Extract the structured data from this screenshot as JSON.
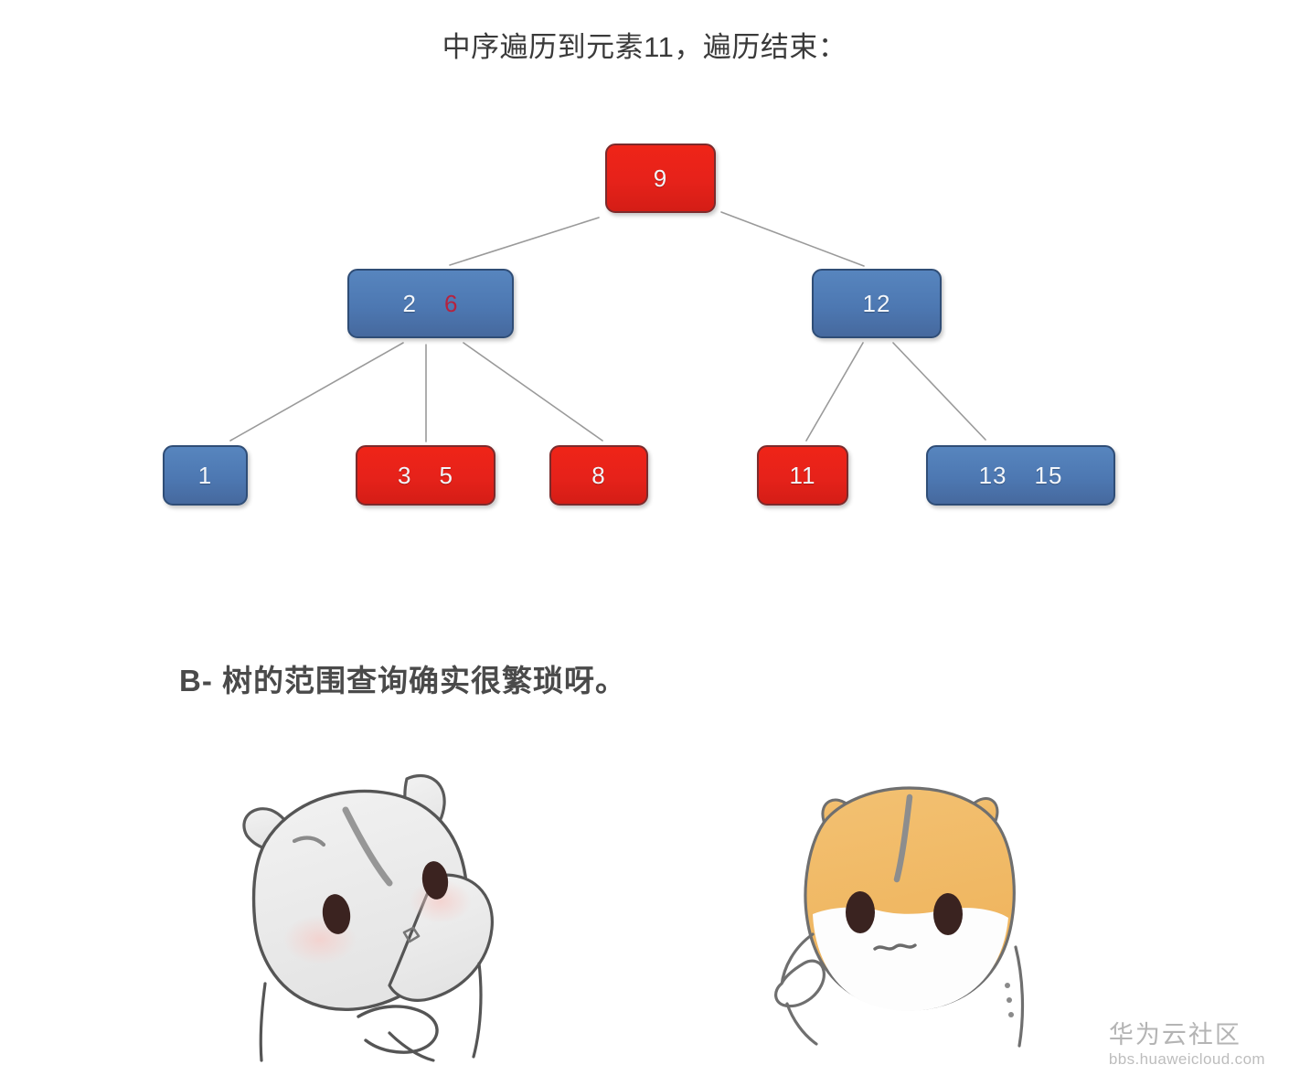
{
  "page": {
    "background_color": "#ffffff",
    "title": "中序遍历到元素11，遍历结束："
  },
  "tree": {
    "colors": {
      "blue_fill": "#4d78b2",
      "blue_border": "#2f4d76",
      "red_fill": "#e6221a",
      "red_border": "#7b2b2c",
      "key_text": "#f2f6fb",
      "highlight_key_text": "#b5233f",
      "edge_line": "#9a9a9a"
    },
    "nodes": [
      {
        "id": "node-9",
        "keys": [
          {
            "value": "9",
            "highlight": false
          }
        ],
        "color": "red",
        "level": 0
      },
      {
        "id": "node-2-6",
        "keys": [
          {
            "value": "2",
            "highlight": false
          },
          {
            "value": "6",
            "highlight": true
          }
        ],
        "color": "blue",
        "level": 1
      },
      {
        "id": "node-12",
        "keys": [
          {
            "value": "12",
            "highlight": false
          }
        ],
        "color": "blue",
        "level": 1
      },
      {
        "id": "node-1",
        "keys": [
          {
            "value": "1",
            "highlight": false
          }
        ],
        "color": "blue",
        "level": 2
      },
      {
        "id": "node-3-5",
        "keys": [
          {
            "value": "3",
            "highlight": false
          },
          {
            "value": "5",
            "highlight": false
          }
        ],
        "color": "red",
        "level": 2
      },
      {
        "id": "node-8",
        "keys": [
          {
            "value": "8",
            "highlight": false
          }
        ],
        "color": "red",
        "level": 2
      },
      {
        "id": "node-11",
        "keys": [
          {
            "value": "11",
            "highlight": false
          }
        ],
        "color": "red",
        "level": 2
      },
      {
        "id": "node-13-15",
        "keys": [
          {
            "value": "13",
            "highlight": false
          },
          {
            "value": "15",
            "highlight": false
          }
        ],
        "color": "blue",
        "level": 2
      }
    ],
    "edges": [
      {
        "from": "node-9",
        "to": "node-2-6"
      },
      {
        "from": "node-9",
        "to": "node-12"
      },
      {
        "from": "node-2-6",
        "to": "node-1"
      },
      {
        "from": "node-2-6",
        "to": "node-3-5"
      },
      {
        "from": "node-2-6",
        "to": "node-8"
      },
      {
        "from": "node-12",
        "to": "node-11"
      },
      {
        "from": "node-12",
        "to": "node-13-15"
      }
    ]
  },
  "caption": {
    "text": "B- 树的范围查询确实很繁琐呀。"
  },
  "mascots": [
    {
      "id": "mascot-gray",
      "name": "gray-hamster",
      "fur_color": "#e8e8e8"
    },
    {
      "id": "mascot-orange",
      "name": "orange-hamster",
      "fur_color": "#f0b95f"
    }
  ],
  "watermark": {
    "brand": "华为云社区",
    "url": "bbs.huaweicloud.com"
  }
}
